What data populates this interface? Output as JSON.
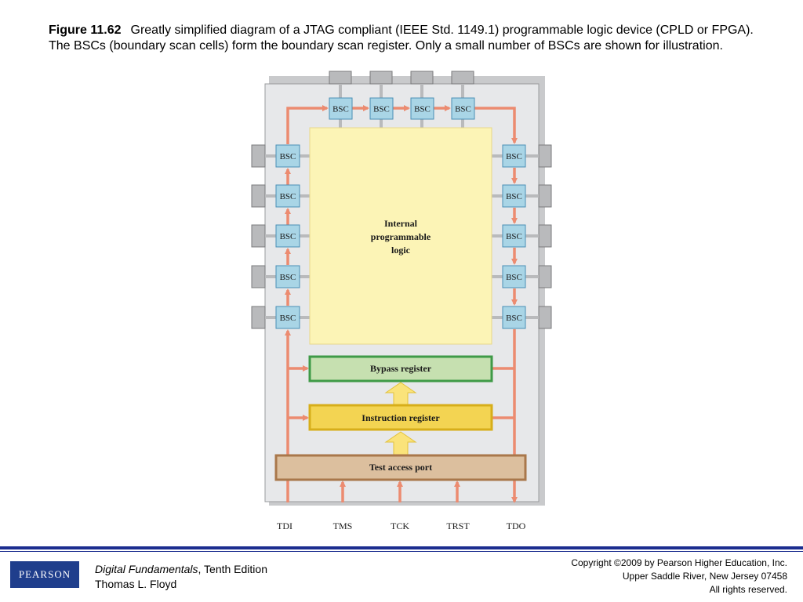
{
  "caption": {
    "figure_label": "Figure 11.62",
    "text": "Greatly simplified diagram of a JTAG compliant (IEEE Std. 1149.1) programmable logic device (CPLD or FPGA). The BSCs (boundary scan cells) form the boundary scan register. Only a small number of BSCs are shown for illustration."
  },
  "diagram": {
    "bsc_label": "BSC",
    "core_label": [
      "Internal",
      "programmable",
      "logic"
    ],
    "bypass_register": "Bypass register",
    "instruction_register": "Instruction register",
    "test_access_port": "Test access port",
    "pins": [
      "TDI",
      "TMS",
      "TCK",
      "TRST",
      "TDO"
    ],
    "colors": {
      "scan_path": "#ec8b70",
      "bsc_fill": "#a9d5e6",
      "core_fill": "#fcf4b6",
      "bypass_fill": "#c6e0b0",
      "instruction_fill": "#f3d452",
      "tap_fill": "#dcbf9e",
      "chip_fill": "#e7e8ea"
    }
  },
  "footer": {
    "logo": "PEARSON",
    "book_title": "Digital Fundamentals",
    "book_edition": ", Tenth Edition",
    "author": "Thomas L. Floyd",
    "copyright": [
      "Copyright ©2009 by Pearson Higher Education, Inc.",
      "Upper Saddle River, New Jersey 07458",
      "All rights reserved."
    ],
    "rule_color": "#1b2d8f"
  }
}
